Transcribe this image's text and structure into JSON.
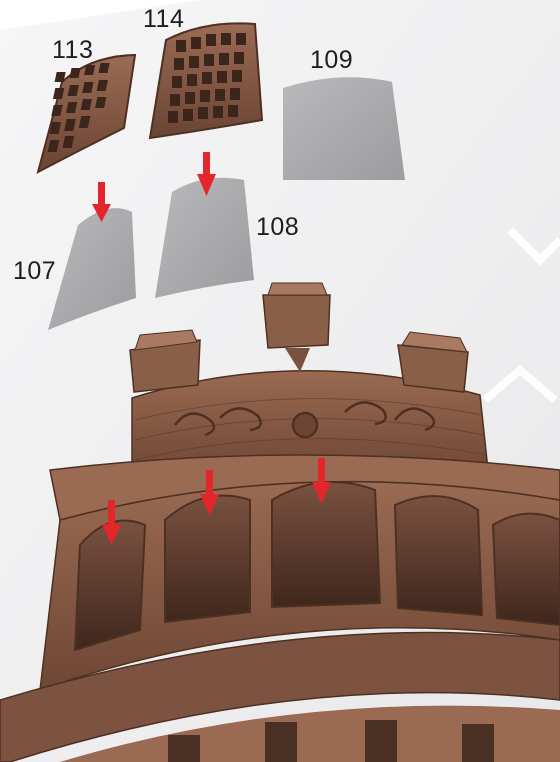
{
  "figure": {
    "title": "",
    "part_numbers": [
      "113",
      "114",
      "109",
      "108",
      "107"
    ],
    "colors": {
      "background_light": "#efeff1",
      "model_brown": "#8a5f48",
      "model_brown_dark": "#5e3d2c",
      "grey_part": "#a8a8aa",
      "arrow_red": "#e3262b",
      "corner_mark": "#e3262b"
    },
    "arrows": 5,
    "window_grid_parts": [
      "113",
      "114"
    ],
    "grey_insert_parts": [
      "109",
      "108",
      "107"
    ]
  }
}
